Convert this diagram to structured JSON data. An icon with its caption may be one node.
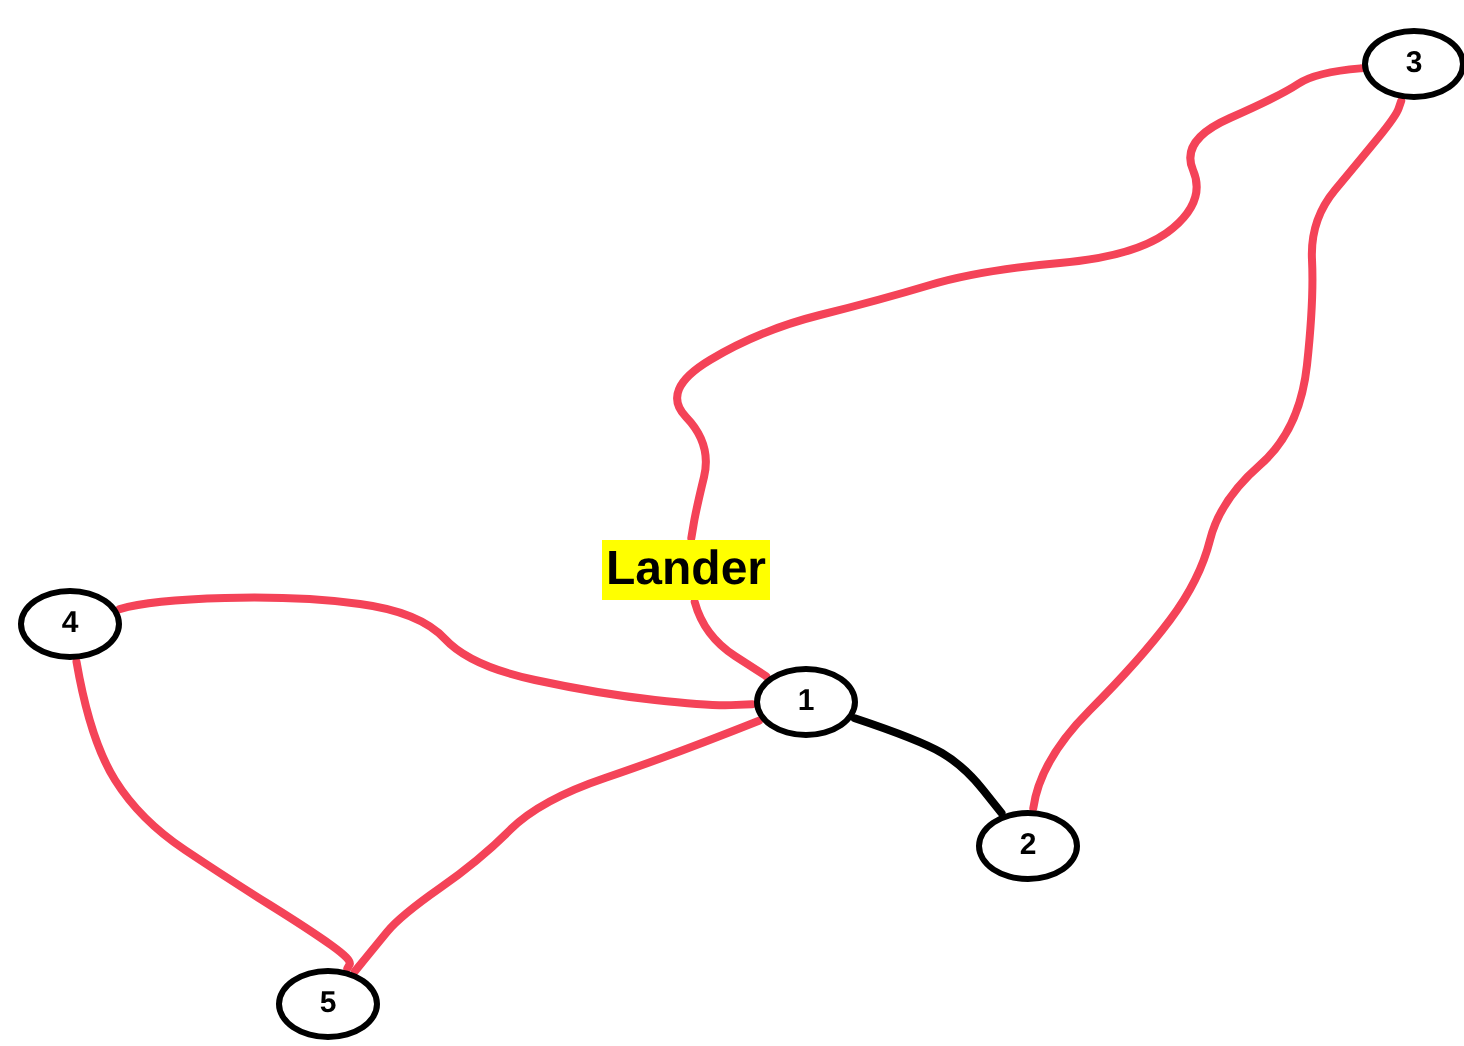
{
  "diagram": {
    "nodes": [
      {
        "text": [
          "1"
        ]
      },
      {
        "text": [
          "2"
        ]
      },
      {
        "text": [
          "3"
        ]
      },
      {
        "text": [
          "4"
        ]
      },
      {
        "text": [
          "5"
        ]
      },
      {
        "text": [
          "Lander"
        ]
      }
    ],
    "edges": [
      {
        "from": 3,
        "to": 0,
        "arrow": "none"
      },
      {
        "from": 0,
        "to": 4,
        "arrow": "none"
      },
      {
        "from": 3,
        "to": 4,
        "arrow": "none"
      },
      {
        "from": 0,
        "to": 1,
        "arrow": "none",
        "color": "#000000"
      },
      {
        "from": 1,
        "to": 2,
        "arrow": "none"
      },
      {
        "from": 2,
        "to": 5,
        "arrow": "none"
      },
      {
        "from": 5,
        "to": 0,
        "arrow": "none"
      }
    ]
  }
}
